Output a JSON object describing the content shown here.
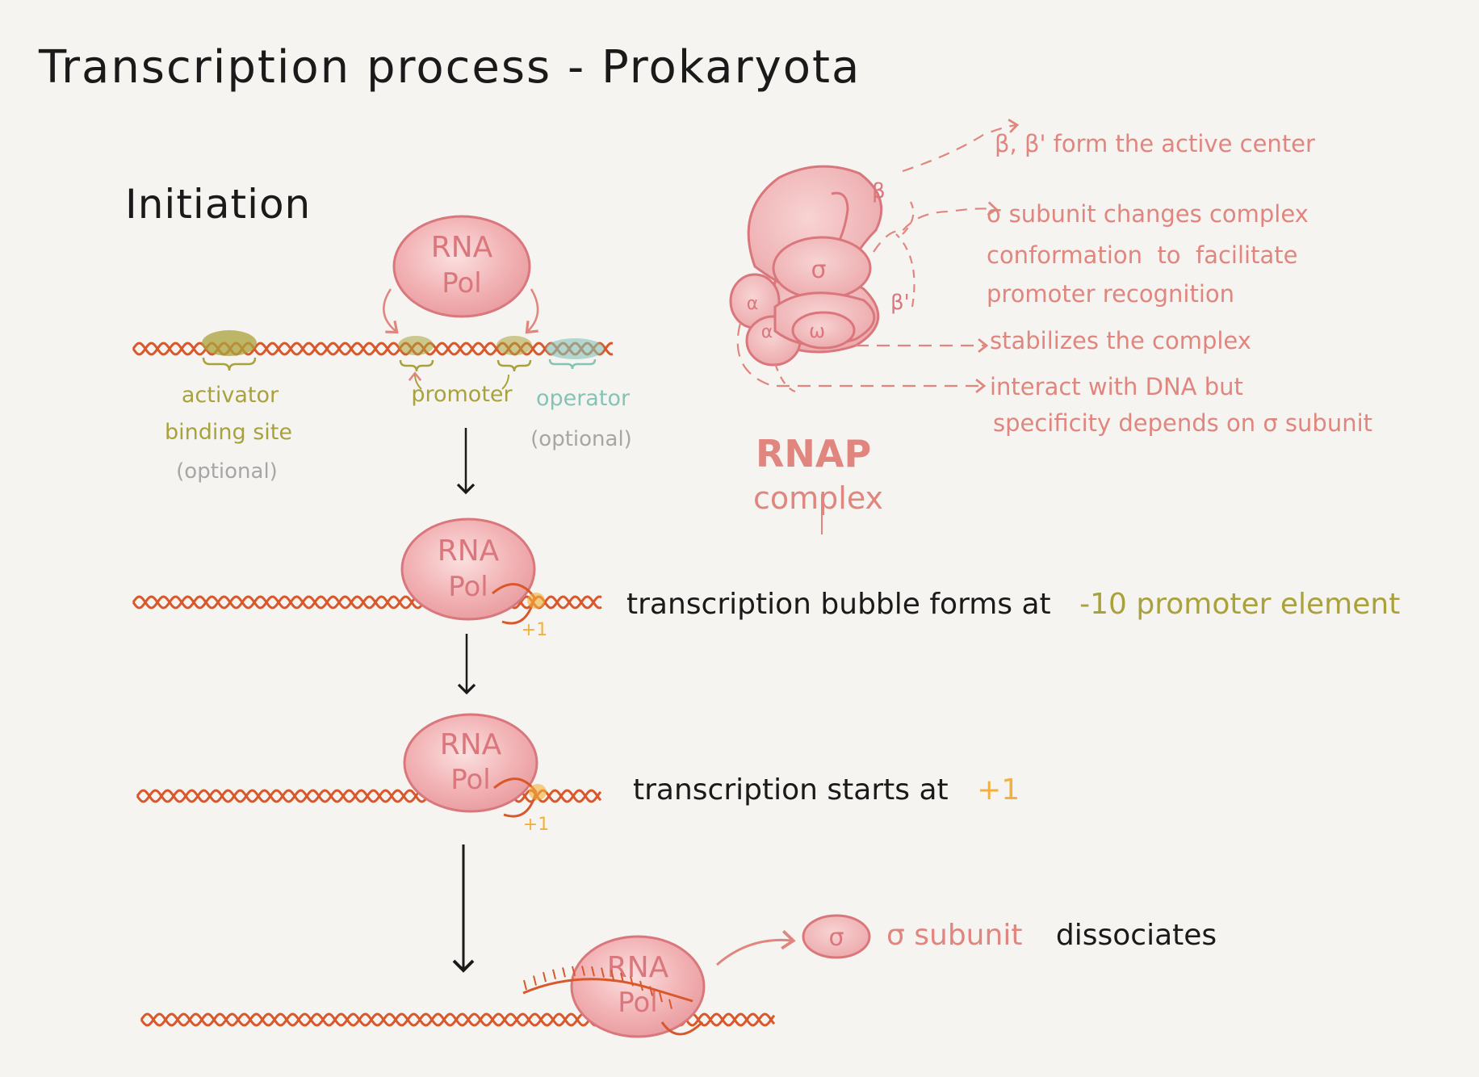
{
  "title": "Transcription process - Prokaryota",
  "section_heading": "Initiation",
  "enzyme": {
    "label_line1": "RNA",
    "label_line2": "Pol"
  },
  "dna_regions": {
    "activator": [
      "activator",
      "binding site",
      "(optional)"
    ],
    "promoter": "promoter",
    "operator": [
      "operator",
      "(optional)"
    ]
  },
  "steps": {
    "bubble": {
      "prefix": "transcription bubble forms at",
      "highlight": "-10 promoter element",
      "site_label": "+1"
    },
    "start": {
      "prefix": "transcription starts at",
      "highlight": "+1",
      "site_label": "+1"
    },
    "dissociate": {
      "sigma_symbol": "σ",
      "highlight": "σ subunit",
      "suffix": "dissociates"
    }
  },
  "rnap": {
    "subunits": {
      "beta": "β",
      "beta_prime": "β'",
      "sigma": "σ",
      "alpha1": "α",
      "alpha2": "α",
      "omega": "ω"
    },
    "caption": [
      "RNAP",
      "complex"
    ],
    "annotations": {
      "active_center": "β, β' form the active center",
      "sigma": [
        "σ subunit changes complex",
        "conformation  to  facilitate",
        "promoter recognition"
      ],
      "omega": "stabilizes the complex",
      "alpha": [
        "interact with DNA but",
        "specificity depends on σ subunit"
      ]
    }
  },
  "colors": {
    "background": "#f5f4f0",
    "ink": "#1a1a1a",
    "pol_fill": "#f2b2b4",
    "pol_stroke": "#d9777c",
    "dna": "#d9582b",
    "olive": "#a9a23c",
    "teal": "#86c3b7",
    "grey": "#a6a6a6",
    "salmon": "#e0867f",
    "orange": "#f2b13c"
  }
}
